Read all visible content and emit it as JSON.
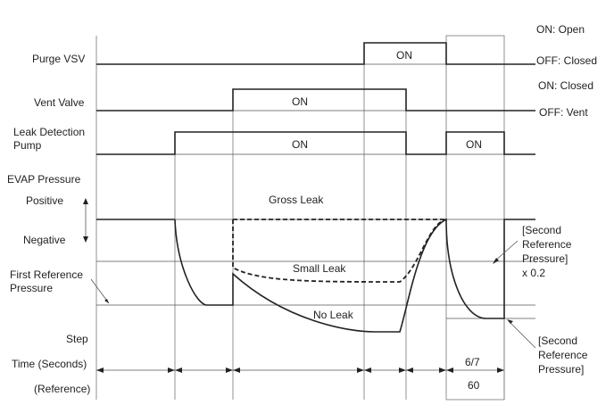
{
  "rows": {
    "purge_vsv": "Purge VSV",
    "vent_valve": "Vent Valve",
    "pump_line1": "Leak Detection",
    "pump_line2": "Pump",
    "evap": "EVAP Pressure",
    "positive": "Positive",
    "negative": "Negative",
    "first_ref_line1": "First Reference",
    "first_ref_line2": "Pressure",
    "step": "Step",
    "time": "Time (Seconds)",
    "reference": "(Reference)"
  },
  "states": {
    "on": "ON",
    "on_open": "ON: Open",
    "off_closed": "OFF: Closed",
    "on_closed": "ON: Closed",
    "off_vent": "OFF: Vent"
  },
  "curves": {
    "gross_leak": "Gross Leak",
    "small_leak": "Small Leak",
    "no_leak": "No Leak"
  },
  "annotations": {
    "second_ref_a": [
      "[Second",
      "Reference",
      "Pressure]",
      "x 0.2"
    ],
    "second_ref_b": [
      "[Second",
      "Reference",
      "Pressure]"
    ]
  },
  "time_values": {
    "seconds": "6/7",
    "reference": "60"
  }
}
